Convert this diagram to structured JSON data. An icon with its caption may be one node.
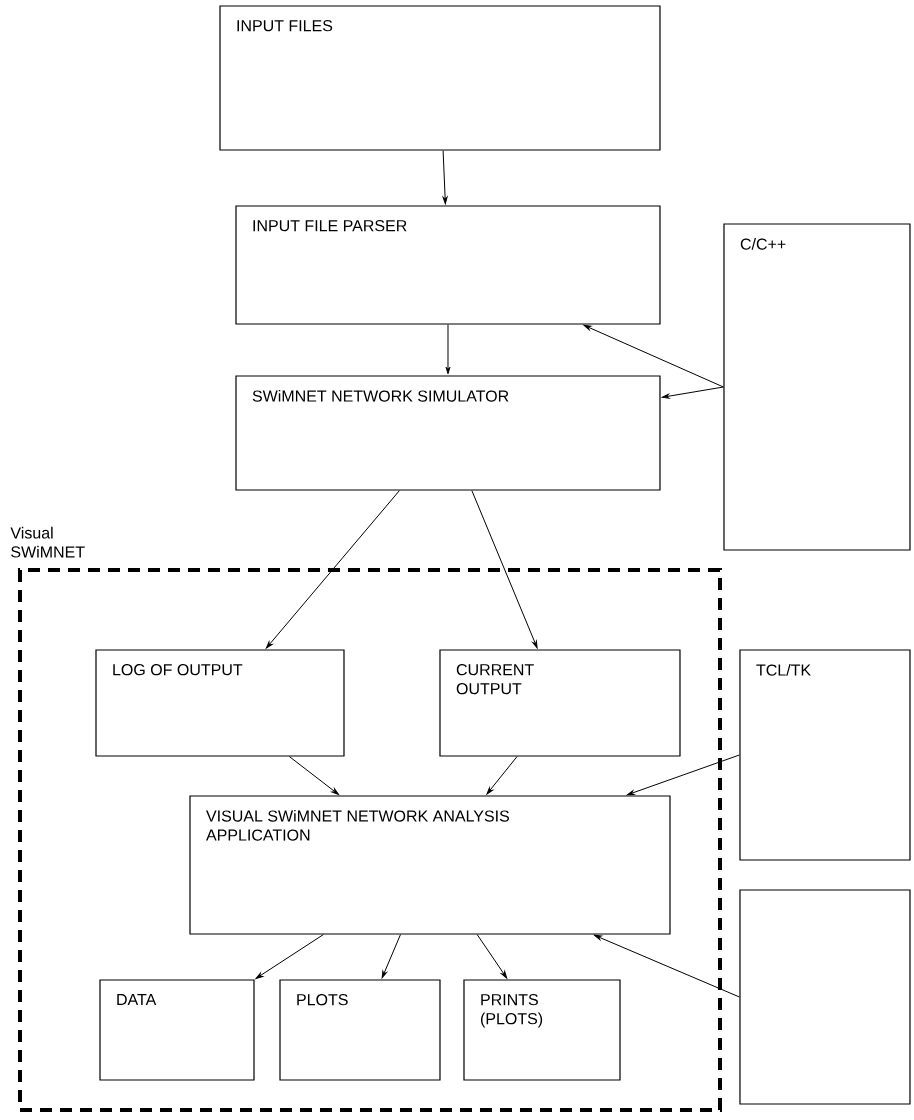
{
  "diagram": {
    "nodes": [
      {
        "text": [
          "INPUT FILES"
        ]
      },
      {
        "text": [
          "INPUT FILE PARSER"
        ]
      },
      {
        "text": [
          "C/C++"
        ]
      },
      {
        "text": [
          "SWiMNET NETWORK SIMULATOR"
        ]
      },
      {
        "text": [
          "Visual SWiMNET"
        ]
      },
      {
        "text": [
          "LOG OF OUTPUT"
        ],
        "in": 4
      },
      {
        "text": [
          "CURRENT OUTPUT"
        ],
        "in": 4
      },
      {
        "text": [
          "VISUAL SWiMNET NETWORK ANALYSIS APPLICATION"
        ],
        "in": 4
      },
      {
        "text": [
          "DATA"
        ],
        "in": 4
      },
      {
        "text": [
          "PLOTS"
        ],
        "in": 4
      },
      {
        "text": [
          "PRINTS (PLOTS)"
        ],
        "in": 4
      },
      {
        "text": [
          "TCL/TK"
        ]
      },
      {
        "text": [],
        "shape": "box"
      }
    ],
    "edges": [
      {
        "from": 0,
        "to": 1,
        "arrow": "to"
      },
      {
        "from": 1,
        "to": 3,
        "arrow": "to"
      },
      {
        "from": 2,
        "to": 1,
        "arrow": "to"
      },
      {
        "from": 2,
        "to": 3,
        "arrow": "to"
      },
      {
        "from": 3,
        "to": 5,
        "arrow": "to"
      },
      {
        "from": 3,
        "to": 6,
        "arrow": "to"
      },
      {
        "from": 5,
        "to": 7,
        "arrow": "to"
      },
      {
        "from": 6,
        "to": 7,
        "arrow": "to"
      },
      {
        "from": 11,
        "to": 7,
        "arrow": "to"
      },
      {
        "from": 12,
        "to": 7,
        "arrow": "to"
      },
      {
        "from": 7,
        "to": 8,
        "arrow": "to"
      },
      {
        "from": 7,
        "to": 9,
        "arrow": "to"
      },
      {
        "from": 7,
        "to": 10,
        "arrow": "to"
      }
    ]
  }
}
